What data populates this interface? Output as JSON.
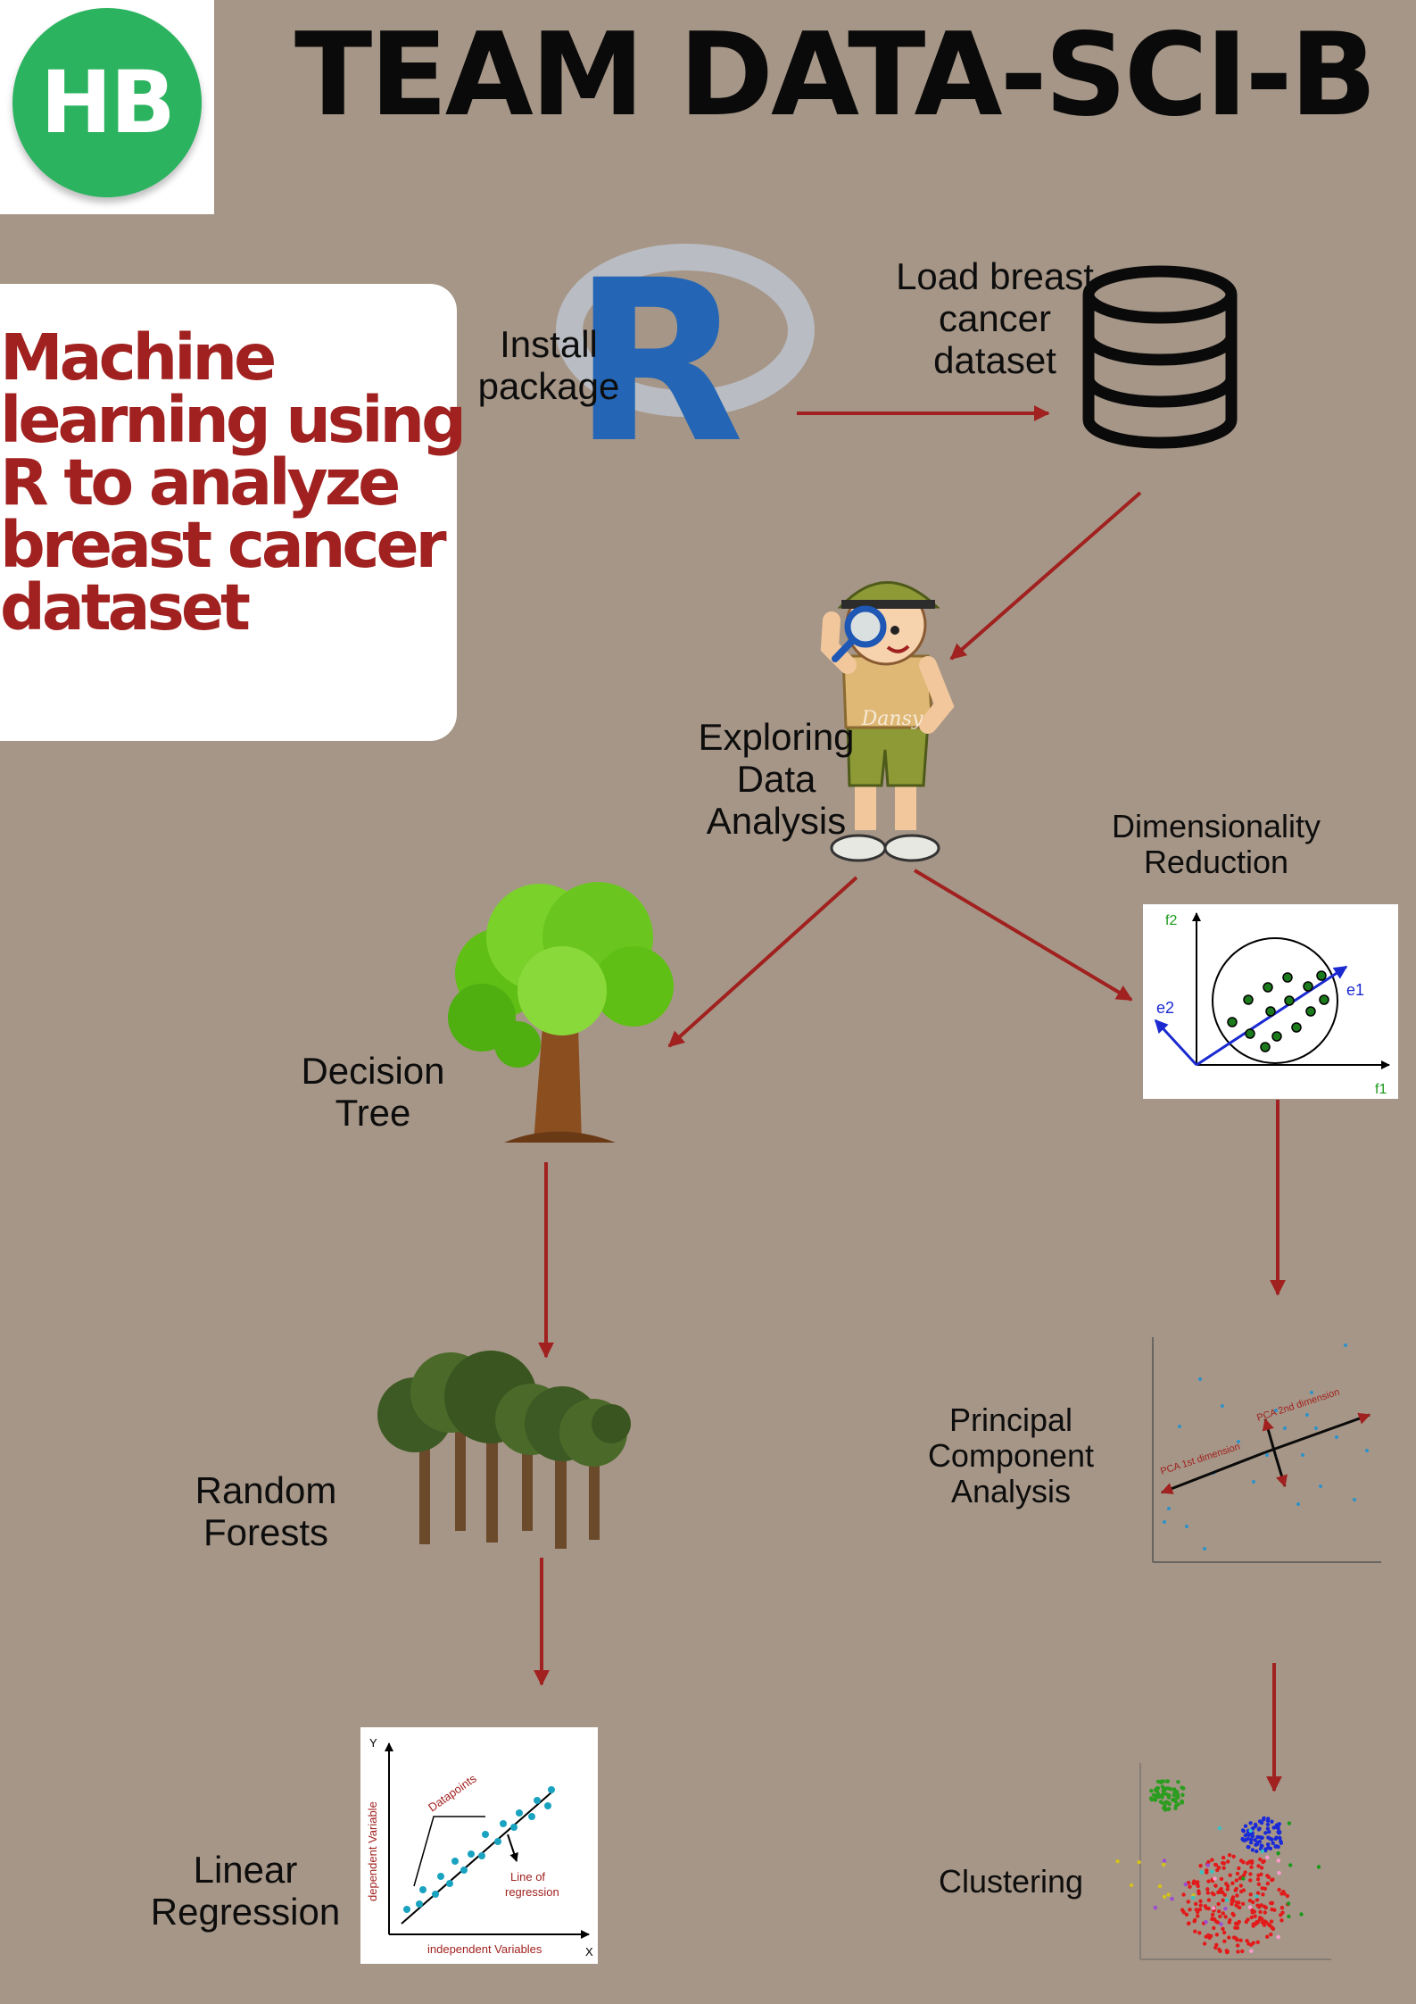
{
  "logo": {
    "text": "HB"
  },
  "header": {
    "title": "TEAM DATA-SCI-B"
  },
  "title_card": {
    "text": "Machine learning using R to analyze breast cancer dataset"
  },
  "nodes": {
    "install": {
      "lines": [
        "Install",
        "package"
      ]
    },
    "load": {
      "lines": [
        "Load breast",
        "cancer",
        "dataset"
      ]
    },
    "eda": {
      "lines": [
        "Exploring",
        "Data",
        "Analysis"
      ]
    },
    "dim": {
      "lines": [
        "Dimensionality",
        "Reduction"
      ]
    },
    "dtree": {
      "lines": [
        "Decision",
        "Tree"
      ]
    },
    "rf": {
      "lines": [
        "Random",
        "Forests"
      ]
    },
    "pca": {
      "lines": [
        "Principal",
        "Component",
        "Analysis"
      ]
    },
    "lr": {
      "lines": [
        "Linear",
        "Regression"
      ]
    },
    "clust": {
      "lines": [
        "Clustering"
      ]
    }
  },
  "r_logo": {
    "text": "R"
  },
  "explorer": {
    "watermark": "Dansy"
  },
  "dim_chart": {
    "labels": [
      "f2",
      "f1",
      "e1",
      "e2"
    ]
  },
  "pca_chart": {
    "labels": [
      "PCA 2nd dimension",
      "PCA 1st dimension"
    ]
  },
  "lr_chart": {
    "labels": [
      "Y",
      "X",
      "dependent Variable",
      "independent Variables",
      "Datapoints",
      "Line of",
      "regression"
    ]
  },
  "colors": {
    "background": "#a69687",
    "arrow": "#a0211f",
    "title_red": "#a0211f",
    "logo_green": "#2bb35f",
    "r_blue": "#2466b5"
  }
}
